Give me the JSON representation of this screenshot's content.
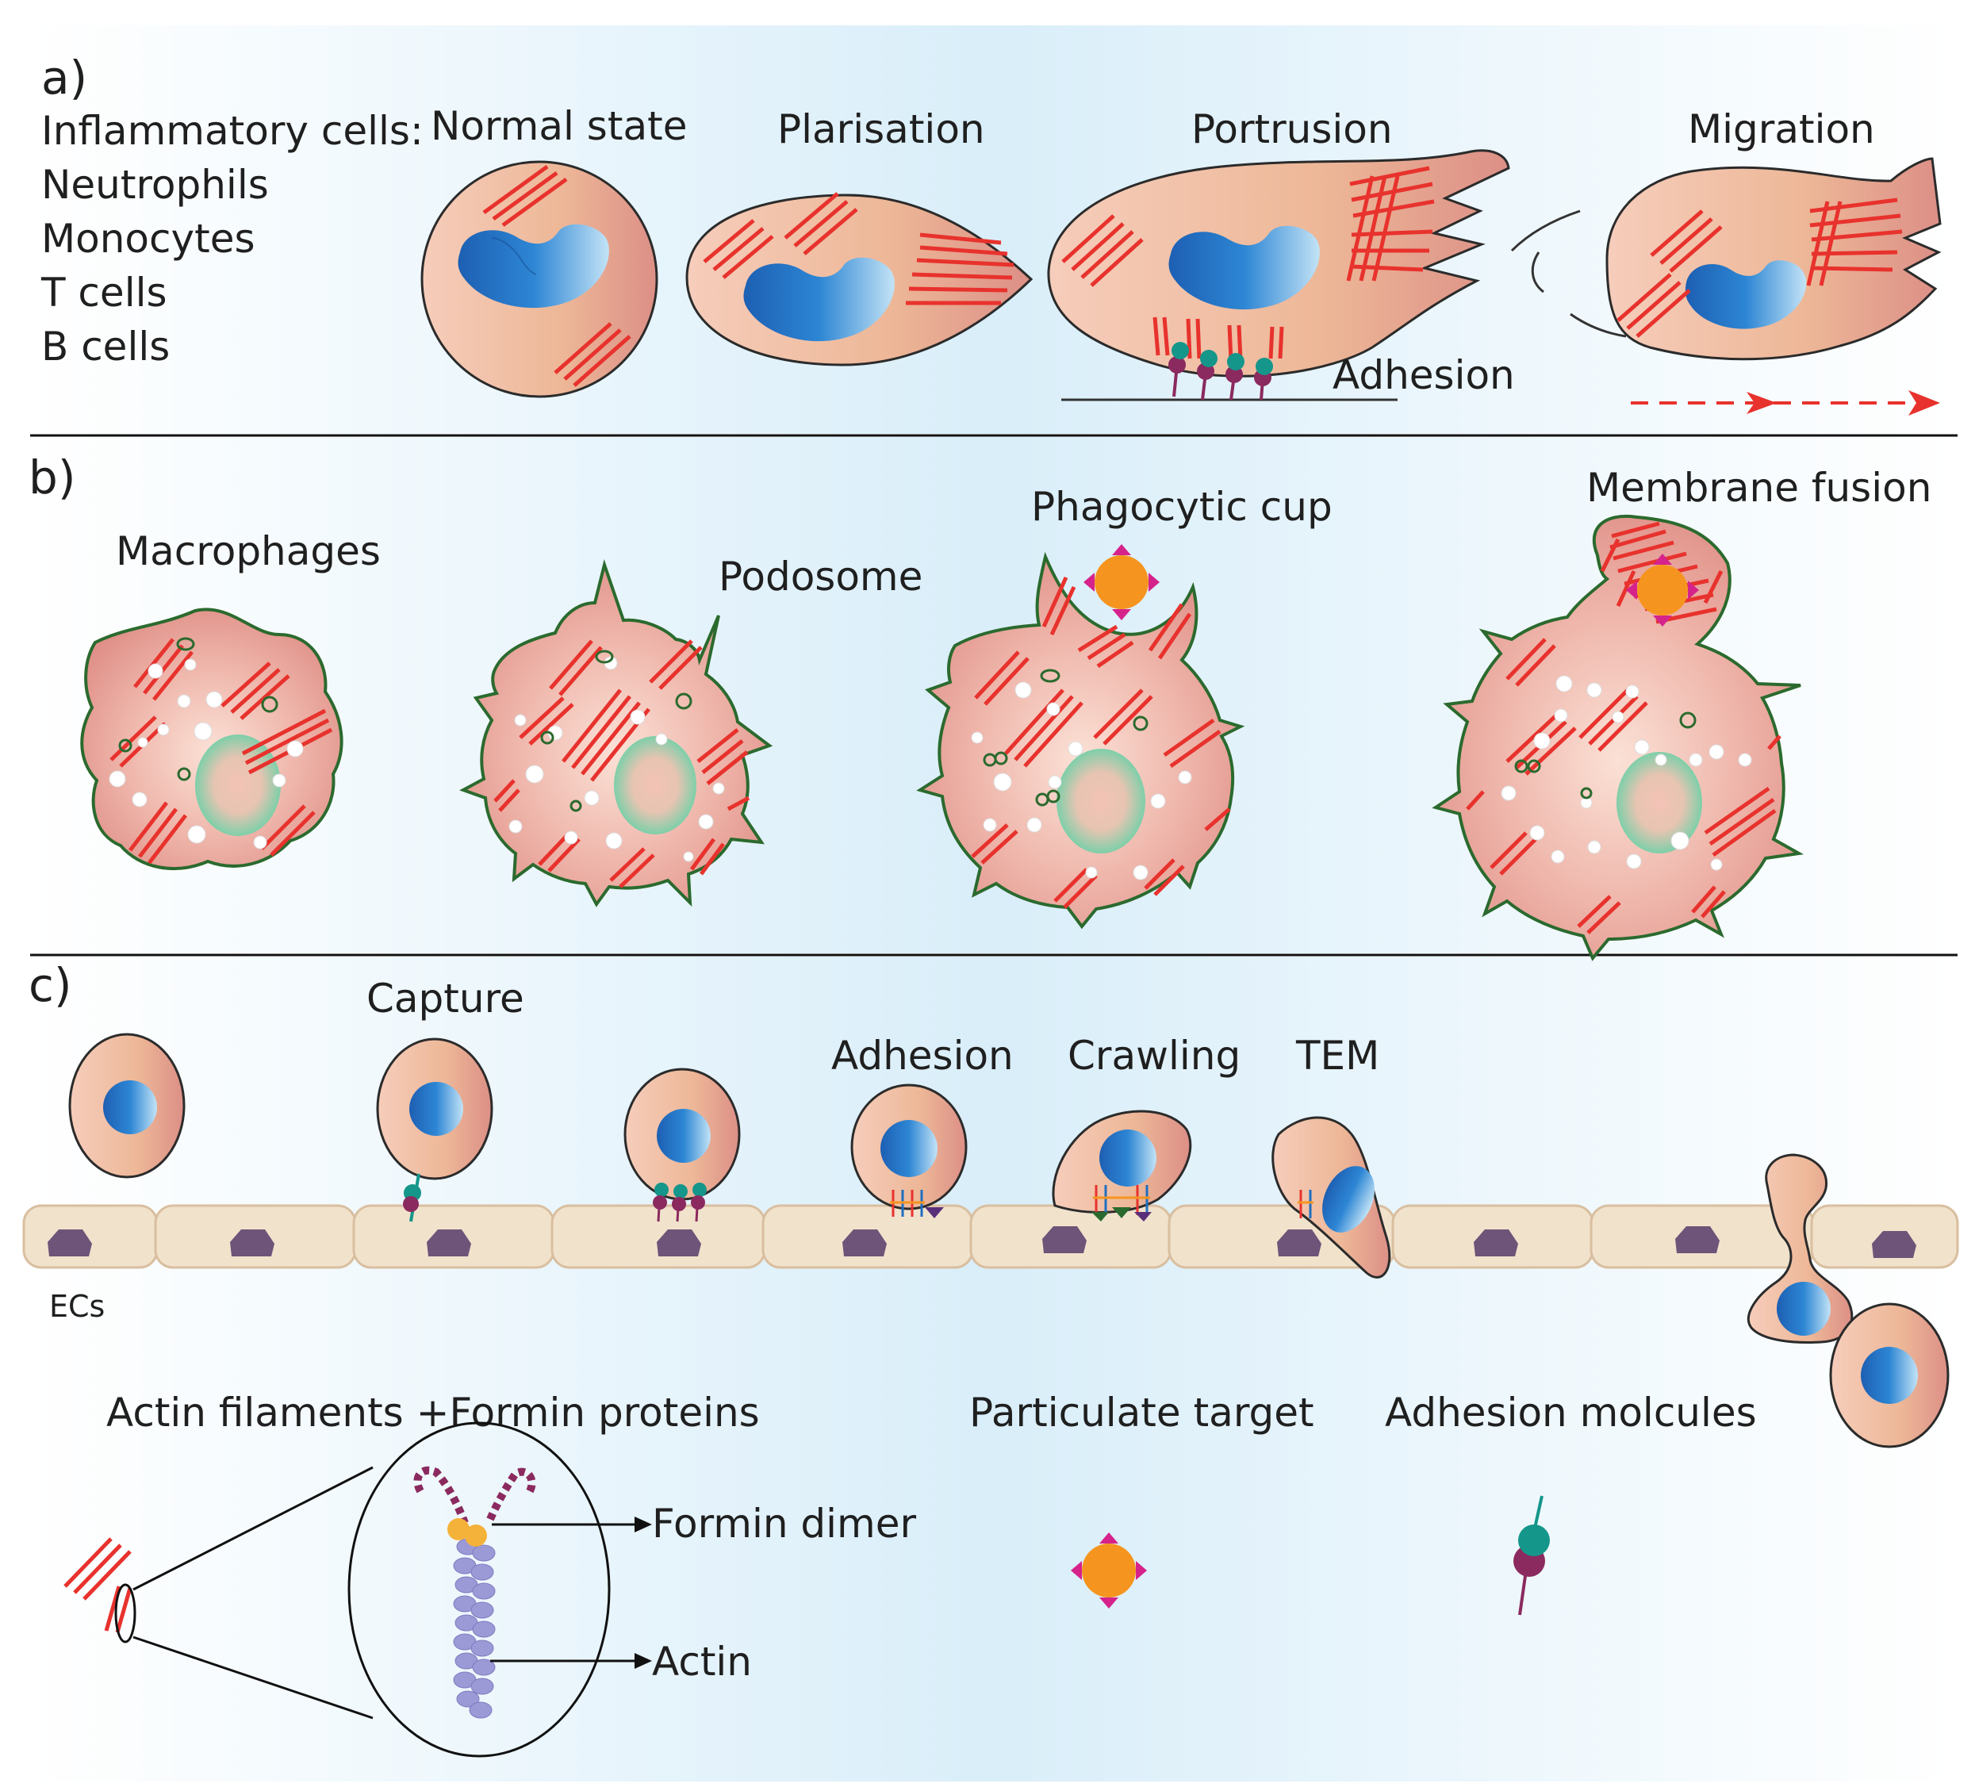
{
  "panel_a": {
    "letter": "a)",
    "cells_heading": "Inflammatory cells:",
    "cell_types": [
      "Neutrophils",
      "Monocytes",
      "T cells",
      "B cells"
    ],
    "stages": [
      "Normal state",
      "Plarisation",
      "Portrusion",
      "Migration"
    ],
    "adhesion_label": "Adhesion"
  },
  "panel_b": {
    "letter": "b)",
    "macrophages": "Macrophages",
    "podosome": "Podosome",
    "phagocytic_cup": "Phagocytic cup",
    "membrane_fusion": "Membrane fusion"
  },
  "panel_c": {
    "letter": "c)",
    "capture": "Capture",
    "adhesion": "Adhesion",
    "crawling": "Crawling",
    "tem": "TEM",
    "ecs": "ECs"
  },
  "legend": {
    "actin_formin": "Actin filaments +Formin proteins",
    "formin_dimer": "Formin dimer",
    "actin": "Actin",
    "particulate_target": "Particulate target",
    "adhesion_molecules": "Adhesion molcules"
  },
  "colors": {
    "actin": "#e8322d",
    "nucleus": "#1f6fc0",
    "membrane": "#2b6a2e",
    "endothelial": "#f1e2cc",
    "ec_nucleus": "#6e5478",
    "target": "#f5951f",
    "target_arrows": "#d6238c",
    "adhesion_teal": "#15968a",
    "adhesion_purple": "#8b2a5f"
  }
}
